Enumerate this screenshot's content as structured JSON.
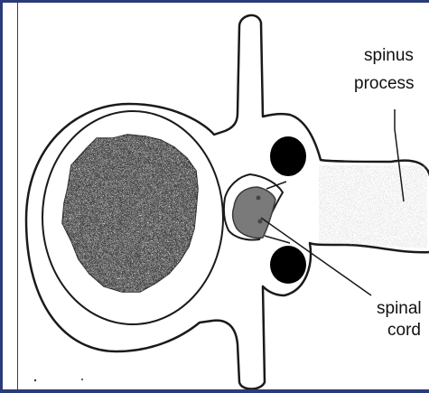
{
  "labels": {
    "spinous_line1": "spinus",
    "spinous_line2": "process",
    "spinal_line1": "spinal",
    "spinal_line2": "cord"
  },
  "colors": {
    "frame": "#2b3b7a",
    "outline": "#1a1a1a",
    "vertebral_body": "#555555",
    "spinal_cord": "#7a7a7a",
    "foramen_hole": "#000000"
  }
}
